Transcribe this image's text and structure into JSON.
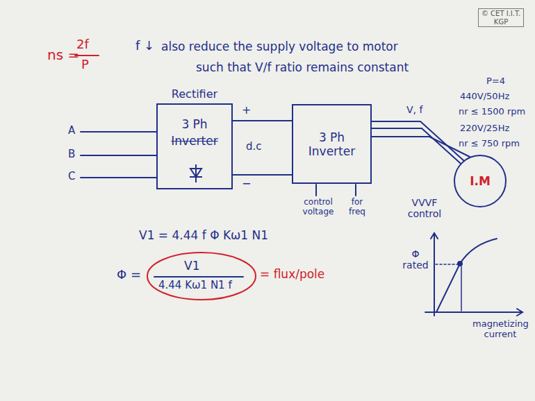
{
  "diagram": {
    "nodes": [
      {
        "text": [
          "Rectifier",
          "3 Ph",
          "Inverter"
        ]
      },
      {
        "text": [
          "3 Ph Inverter"
        ]
      },
      {
        "text": [
          "I.M"
        ]
      }
    ],
    "edges": [
      {
        "from": 0,
        "to": 1,
        "arrow": "none"
      },
      {
        "from": 1,
        "to": 2,
        "arrow": "none"
      }
    ],
    "labels": [
      "ns =",
      "2f",
      "P",
      "f ↓",
      "also reduce the supply voltage to motor",
      "such that V/f ratio remains constant",
      "© CET I.I.T. KGP",
      "P=4",
      "440V/50Hz",
      "nr ≤ 1500 rpm",
      "220V/25Hz",
      "nr ≤ 750 rpm",
      "A",
      "B",
      "C",
      "+",
      "−",
      "d.c",
      "V, f",
      "control voltage",
      "for freq",
      "VVVF control",
      "V1 = 4.44 f Φ Kω1 N1",
      "Φ =",
      "V1",
      "4.44 Kω1 N1 f",
      "= flux/pole",
      "Φ rated",
      "magnetizing current"
    ]
  }
}
